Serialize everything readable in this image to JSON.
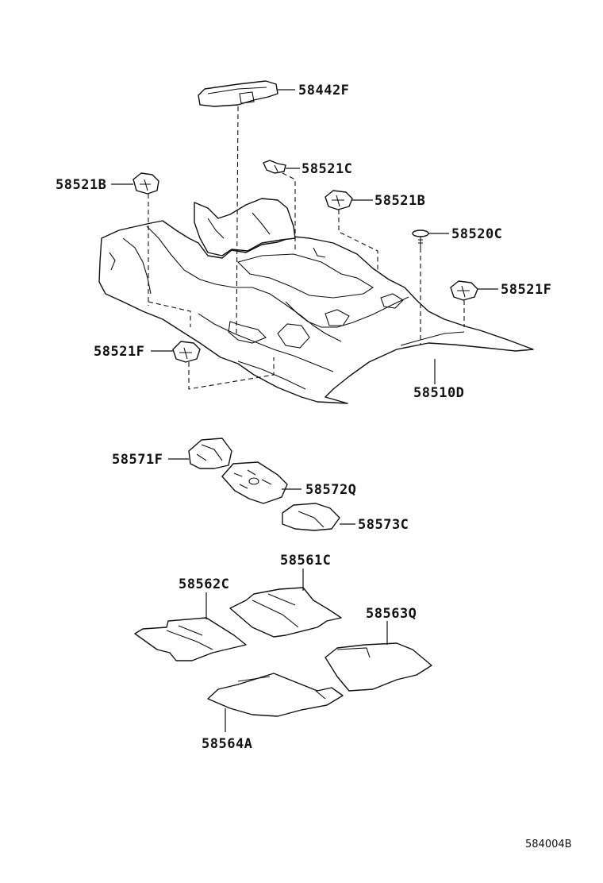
{
  "labels": {
    "p58442F": "58442F",
    "p58521C": "58521C",
    "p58521B_left": "58521B",
    "p58521B_right": "58521B",
    "p58520C": "58520C",
    "p58521F_right": "58521F",
    "p58521F_left": "58521F",
    "p58510D": "58510D",
    "p58571F": "58571F",
    "p58572Q": "58572Q",
    "p58573C": "58573C",
    "p58561C": "58561C",
    "p58562C": "58562C",
    "p58563Q": "58563Q",
    "p58564A": "58564A"
  },
  "reference_code": "584004B"
}
